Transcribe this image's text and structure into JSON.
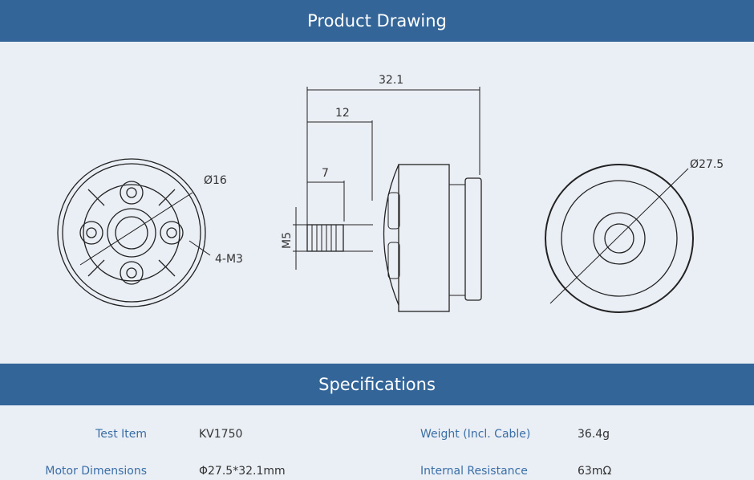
{
  "sections": {
    "drawing_title": "Product Drawing",
    "specs_title": "Specifications"
  },
  "drawing": {
    "dim_total": "32.1",
    "dim_shaft": "12",
    "dim_thread": "7",
    "dim_thread_size": "M5",
    "dim_mount": "Ø16",
    "dim_holes": "4-M3",
    "dim_diameter": "Ø27.5"
  },
  "specs": [
    {
      "label": "Test Item",
      "value": "KV1750"
    },
    {
      "label": "Weight (Incl. Cable)",
      "value": "36.4g"
    },
    {
      "label": "Motor Dimensions",
      "value": "Φ27.5*32.1mm"
    },
    {
      "label": "Internal Resistance",
      "value": "63mΩ"
    }
  ],
  "colors": {
    "header": "#336598",
    "label": "#3b6ea6",
    "background": "#eaeff5"
  }
}
